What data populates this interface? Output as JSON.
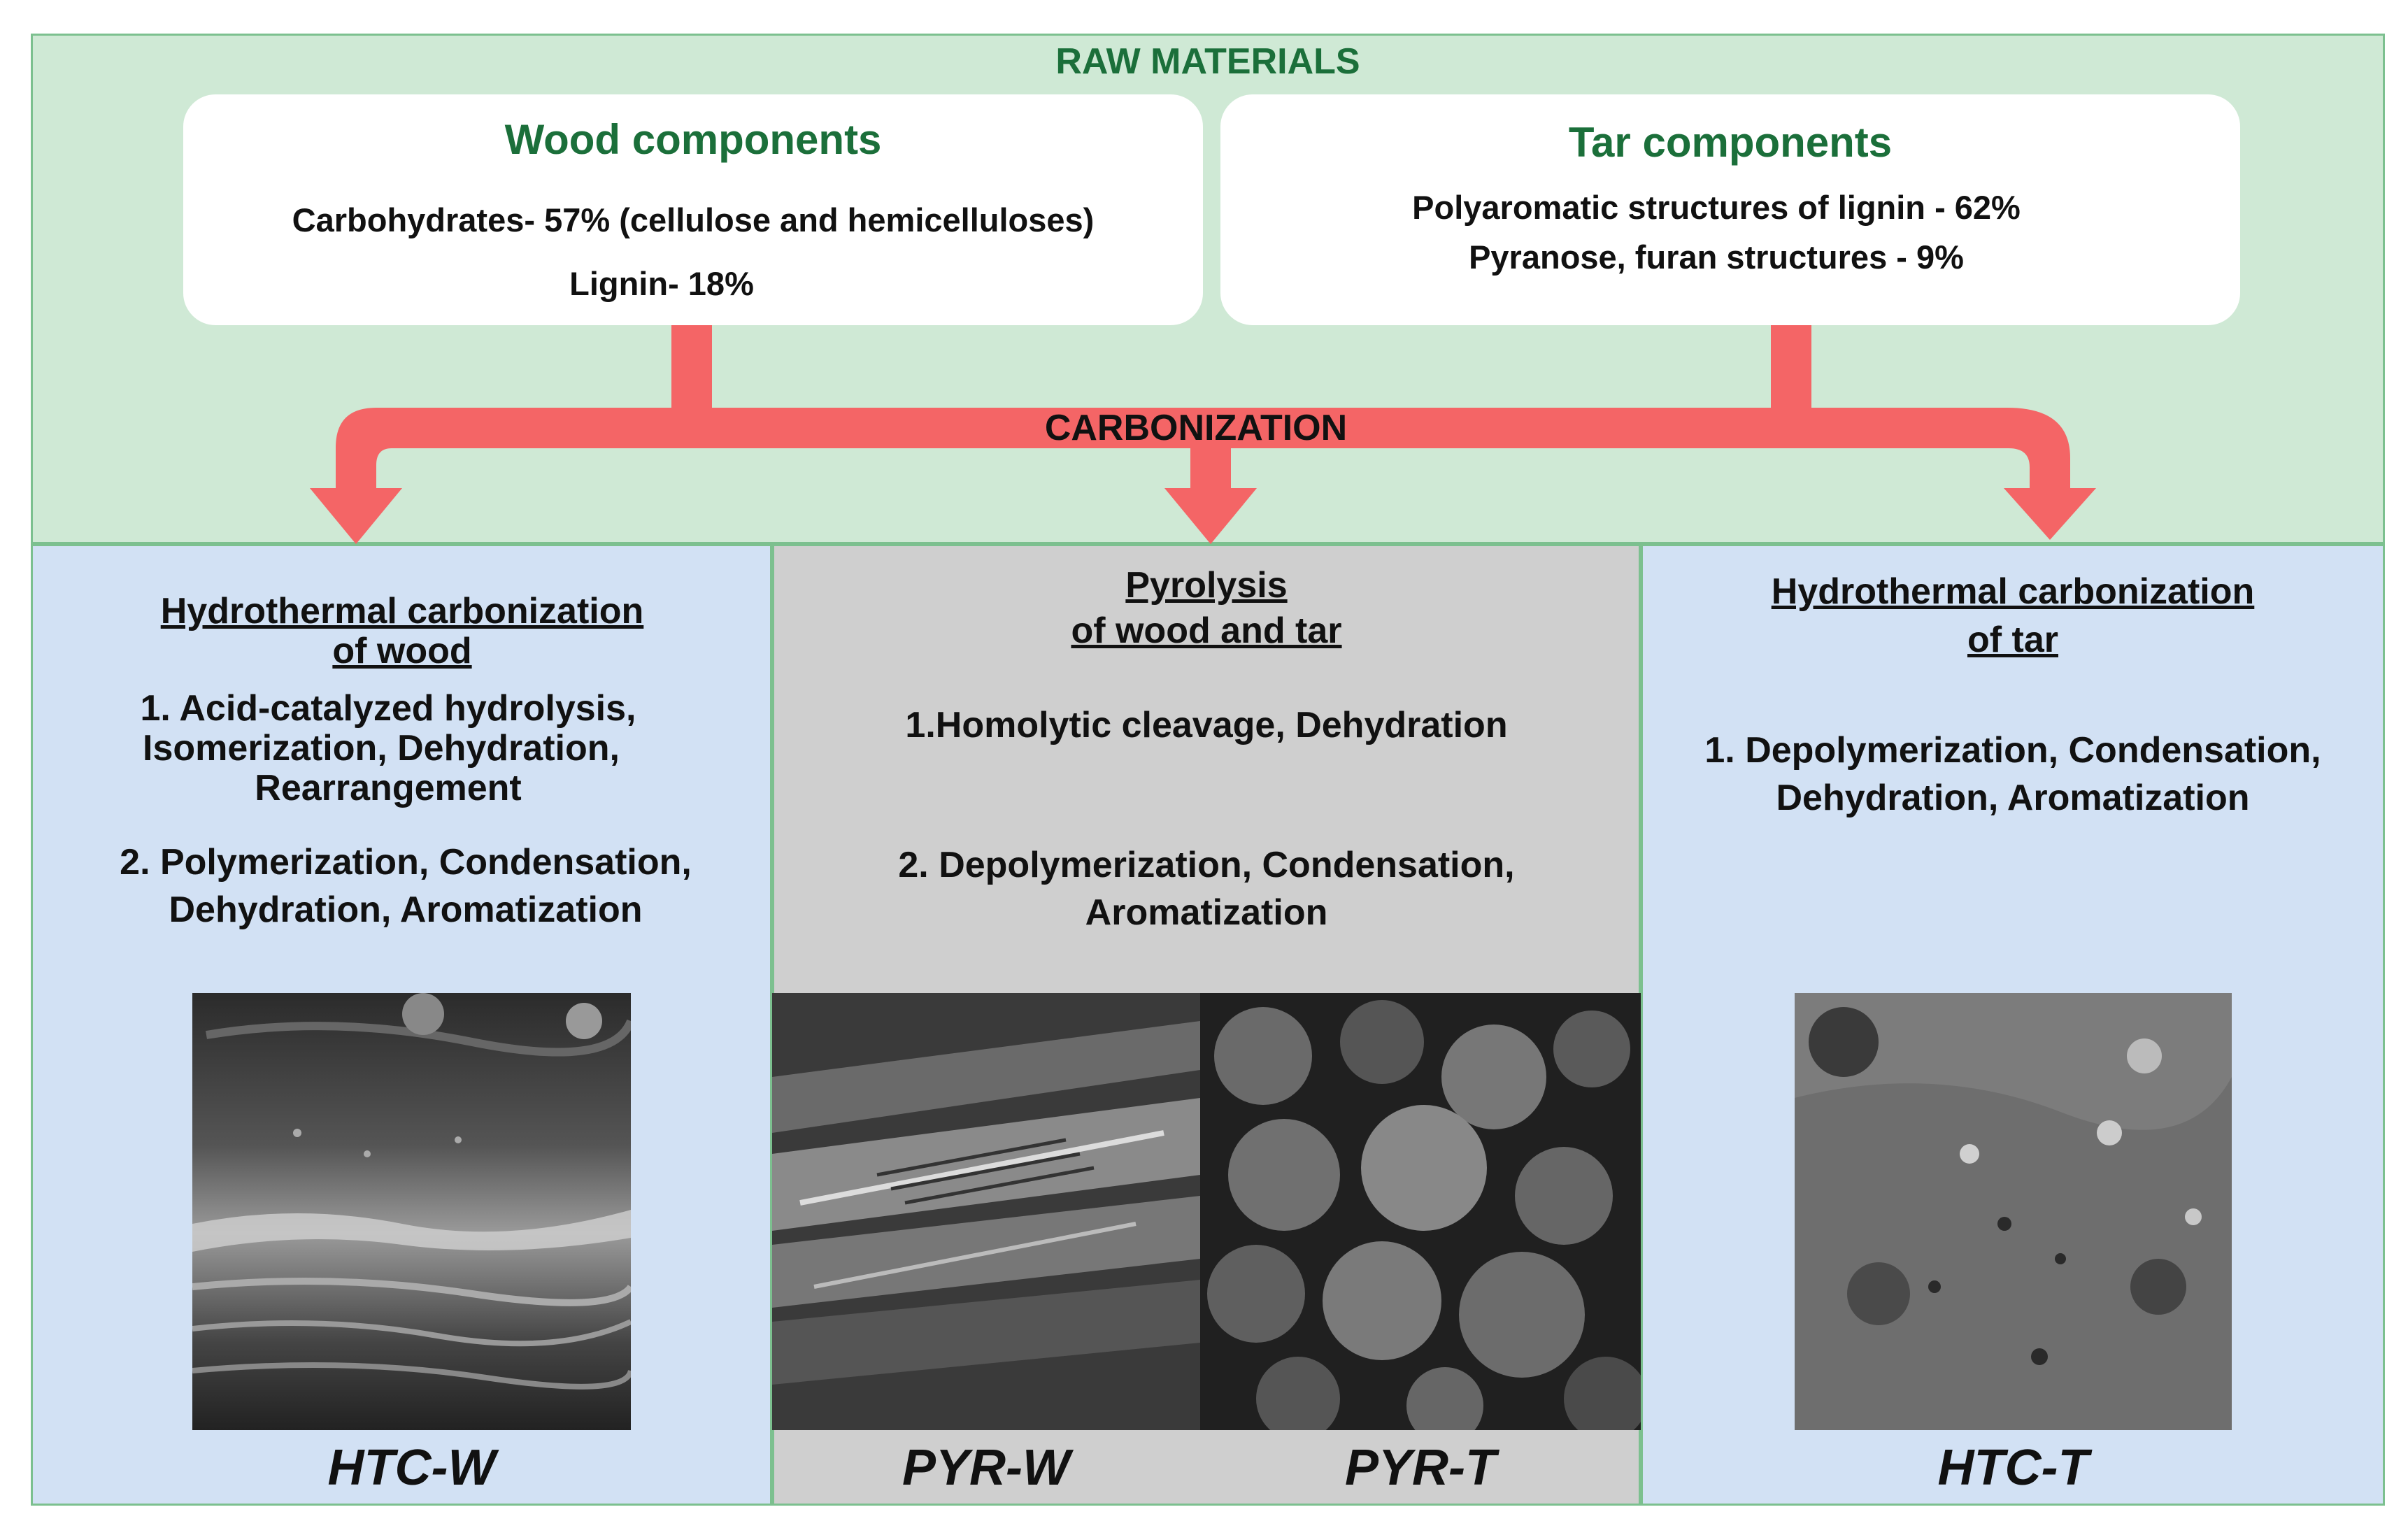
{
  "raw": {
    "title": "RAW MATERIALS",
    "wood": {
      "title": "Wood components",
      "line1": "Carbohydrates- 57%  (cellulose and hemicelluloses)",
      "line2": "Lignin- 18%"
    },
    "tar": {
      "title": "Tar components",
      "line1": "Polyaromatic structures of lignin - 62%",
      "line2": "Pyranose, furan structures - 9%"
    }
  },
  "carbonization": {
    "label": "CARBONIZATION"
  },
  "colors": {
    "raw_bg": "#cfe9d5",
    "title_green": "#1b6f3a",
    "arrow": "#f46566",
    "htc_bg": "#d2e1f4",
    "pyr_bg": "#cfcfcf"
  },
  "panels": {
    "htc_w": {
      "title1": "Hydrothermal carbonization",
      "title2": "of wood",
      "step1_line1": "1. Acid-catalyzed hydrolysis,",
      "step1_line2": "Isomerization, Dehydration,",
      "step1_line3": "Rearrangement",
      "step2_line1": "2. Polymerization, Condensation,",
      "step2_line2": "Dehydration, Aromatization",
      "label": "HTC-W"
    },
    "pyr": {
      "title1": "Pyrolysis",
      "title2": "of wood and tar",
      "step1": "1.Homolytic cleavage, Dehydration",
      "step2_line1": "2. Depolymerization, Condensation,",
      "step2_line2": "Aromatization",
      "label_w": "PYR-W",
      "label_t": "PYR-T"
    },
    "htc_t": {
      "title1": "Hydrothermal carbonization",
      "title2": "of tar",
      "step1_line1": "1. Depolymerization, Condensation,",
      "step1_line2": "Dehydration, Aromatization",
      "label": "HTC-T"
    }
  }
}
